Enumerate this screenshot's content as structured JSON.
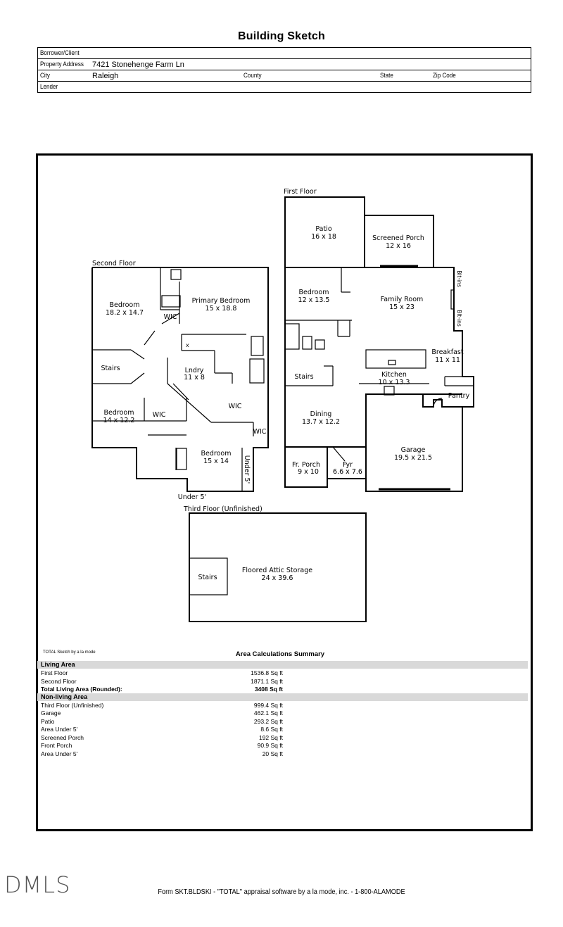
{
  "title": "Building Sketch",
  "info": {
    "borrower_label": "Borrower/Client",
    "address_label": "Property Address",
    "address_value": "7421 Stonehenge Farm Ln",
    "city_label": "City",
    "city_value": "Raleigh",
    "county_label": "County",
    "state_label": "State",
    "zip_label": "Zip Code",
    "lender_label": "Lender"
  },
  "sketch": {
    "first_floor_label": "First Floor",
    "second_floor_label": "Second Floor",
    "third_floor_label": "Third Floor (Unfinished)",
    "under5_label": "Under 5'",
    "rooms": {
      "patio": [
        "Patio",
        "16 x 18"
      ],
      "screened_porch": [
        "Screened Porch",
        "12 x 16"
      ],
      "bedroom_ff": [
        "Bedroom",
        "12 x 13.5"
      ],
      "family_room": [
        "Family Room",
        "15 x 23"
      ],
      "breakfast": [
        "Breakfast",
        "11 x 11"
      ],
      "kitchen": [
        "Kitchen",
        "10 x 13.3"
      ],
      "pantry": "Pantry",
      "stairs_ff": "Stairs",
      "dining": [
        "Dining",
        "13.7 x 12.2"
      ],
      "fr_porch": [
        "Fr. Porch",
        "9 x 10"
      ],
      "fyr": [
        "Fyr",
        "6.6 x 7.6"
      ],
      "garage": [
        "Garage",
        "19.5 x 21.5"
      ],
      "blt_ins_1": "Blt-ins",
      "blt_ins_2": "Blt-ins",
      "bedroom_sf1": [
        "Bedroom",
        "18.2 x 14.7"
      ],
      "primary_bedroom": [
        "Primary Bedroom",
        "15 x 18.8"
      ],
      "wic1": "WIC",
      "stairs_sf": "Stairs",
      "lndry": [
        "Lndry",
        "11 x 8"
      ],
      "bedroom_sf2": [
        "Bedroom",
        "14 x 12.2"
      ],
      "wic2": "WIC",
      "wic3": "WIC",
      "wic4": "WIC",
      "bedroom_sf3": [
        "Bedroom",
        "15 x 14"
      ],
      "under5_side": "Under 5'",
      "attic": [
        "Floored Attic Storage",
        "24 x 39.6"
      ],
      "stairs_tf": "Stairs"
    }
  },
  "area": {
    "brand": "TOTAL Sketch by a la mode",
    "title": "Area Calculations Summary",
    "living_header": "Living Area",
    "living": [
      {
        "name": "First Floor",
        "value": "1536.8 Sq ft"
      },
      {
        "name": "Second Floor",
        "value": "1871.1 Sq ft"
      }
    ],
    "total": {
      "name": "Total Living Area (Rounded):",
      "value": "3408 Sq ft"
    },
    "nonliving_header": "Non-living Area",
    "nonliving": [
      {
        "name": "Third Floor (Unfinished)",
        "value": "999.4 Sq ft"
      },
      {
        "name": "Garage",
        "value": "462.1 Sq ft"
      },
      {
        "name": "Patio",
        "value": "293.2 Sq ft"
      },
      {
        "name": "Area Under 5'",
        "value": "8.6 Sq ft"
      },
      {
        "name": "Screened Porch",
        "value": "192 Sq ft"
      },
      {
        "name": "Front Porch",
        "value": "90.9 Sq ft"
      },
      {
        "name": "Area Under 5'",
        "value": "20 Sq ft"
      }
    ]
  },
  "footer": "Form SKT.BLDSKI - \"TOTAL\" appraisal software by a la mode, inc. - 1-800-ALAMODE",
  "logo": "DMLS"
}
